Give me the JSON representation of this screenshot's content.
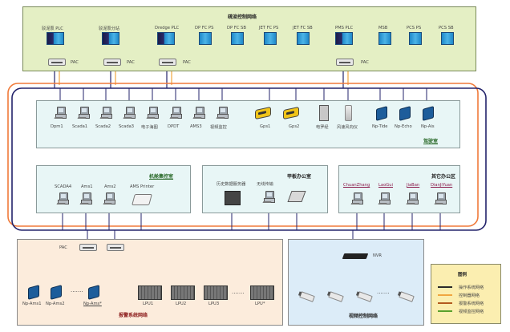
{
  "dredge_network": {
    "title": "疏浚控制网络",
    "devices": [
      {
        "label": "驳泥泵 PLC",
        "style": "dark"
      },
      {
        "label": "驳泥泵分站",
        "style": "dark"
      },
      {
        "label": "Dredge PLC",
        "style": "dark"
      },
      {
        "label": "DP FC PS",
        "style": "light"
      },
      {
        "label": "DP FC SB",
        "style": "light"
      },
      {
        "label": "JET FC PS",
        "style": "light"
      },
      {
        "label": "JET FC SB",
        "style": "light"
      },
      {
        "label": "PMS PLC",
        "style": "dark"
      },
      {
        "label": "MSB",
        "style": "light"
      },
      {
        "label": "PCS PS",
        "style": "light"
      },
      {
        "label": "PCS SB",
        "style": "light"
      }
    ],
    "pac_label": "PAC"
  },
  "bridge": {
    "title": "驾驶室",
    "devices": [
      {
        "label": "Dpm1",
        "icon": "pc"
      },
      {
        "label": "Scada1",
        "icon": "pc"
      },
      {
        "label": "Scada2",
        "icon": "pc"
      },
      {
        "label": "Scada3",
        "icon": "pc"
      },
      {
        "label": "电子海图",
        "icon": "pc"
      },
      {
        "label": "DPDT",
        "icon": "pc"
      },
      {
        "label": "AMS3",
        "icon": "pc"
      },
      {
        "label": "视频监控",
        "icon": "pc"
      },
      {
        "label": "Gps1",
        "icon": "gps"
      },
      {
        "label": "Gps2",
        "icon": "gps"
      },
      {
        "label": "电罗经",
        "icon": "gyro"
      },
      {
        "label": "风速风向仪",
        "icon": "anemometer"
      },
      {
        "label": "Np-Tide",
        "icon": "np"
      },
      {
        "label": "Np-Echo",
        "icon": "np"
      },
      {
        "label": "Np-Ais",
        "icon": "np"
      }
    ]
  },
  "engine_room": {
    "title": "机舱集控室",
    "devices": [
      {
        "label": "SCADA4",
        "icon": "pc"
      },
      {
        "label": "Ams1",
        "icon": "pc"
      },
      {
        "label": "Ams2",
        "icon": "pc"
      },
      {
        "label": "AMS Printer",
        "icon": "printer"
      }
    ]
  },
  "deck_office": {
    "title": "甲板办公室",
    "devices": [
      {
        "label": "历史数据服务器",
        "icon": "server"
      },
      {
        "label": "无线传输",
        "icon": "pc"
      },
      {
        "label": "",
        "icon": "laptop"
      }
    ]
  },
  "other_office": {
    "title": "其它办公区",
    "devices": [
      {
        "label": "ChuanZhang",
        "icon": "pc"
      },
      {
        "label": "LaoGui",
        "icon": "pc"
      },
      {
        "label": "JiaBan",
        "icon": "pc"
      },
      {
        "label": "DianJiYuan",
        "icon": "pc"
      }
    ]
  },
  "alarm_network": {
    "title": "报警系统网络",
    "pac_label": "PAC",
    "np_devices": [
      "Np-Ams1",
      "Np-Ams2",
      "Np-Ams*"
    ],
    "lpu_devices": [
      "LPU1",
      "LPU2",
      "LPU3",
      "LPU*"
    ],
    "ellipsis": "·······"
  },
  "video_network": {
    "title": "视频控制网络",
    "nvr_label": "NVR",
    "camera_count": 4,
    "ellipsis": "·······"
  },
  "legend": {
    "title": "图例",
    "items": [
      {
        "label": "操作系统网络",
        "color": "#2b2b2b"
      },
      {
        "label": "控制器网络",
        "color": "#f0a640"
      },
      {
        "label": "报警系统网络",
        "color": "#b35a1f"
      },
      {
        "label": "视频监控网络",
        "color": "#5aa02c"
      }
    ]
  },
  "colors": {
    "ops_network": "#23236b",
    "ctrl_network": "#f07a3a",
    "alarm_network": "#8b1a1a",
    "video_network": "#4a9aa8",
    "plc_link": "#5aa02c"
  }
}
